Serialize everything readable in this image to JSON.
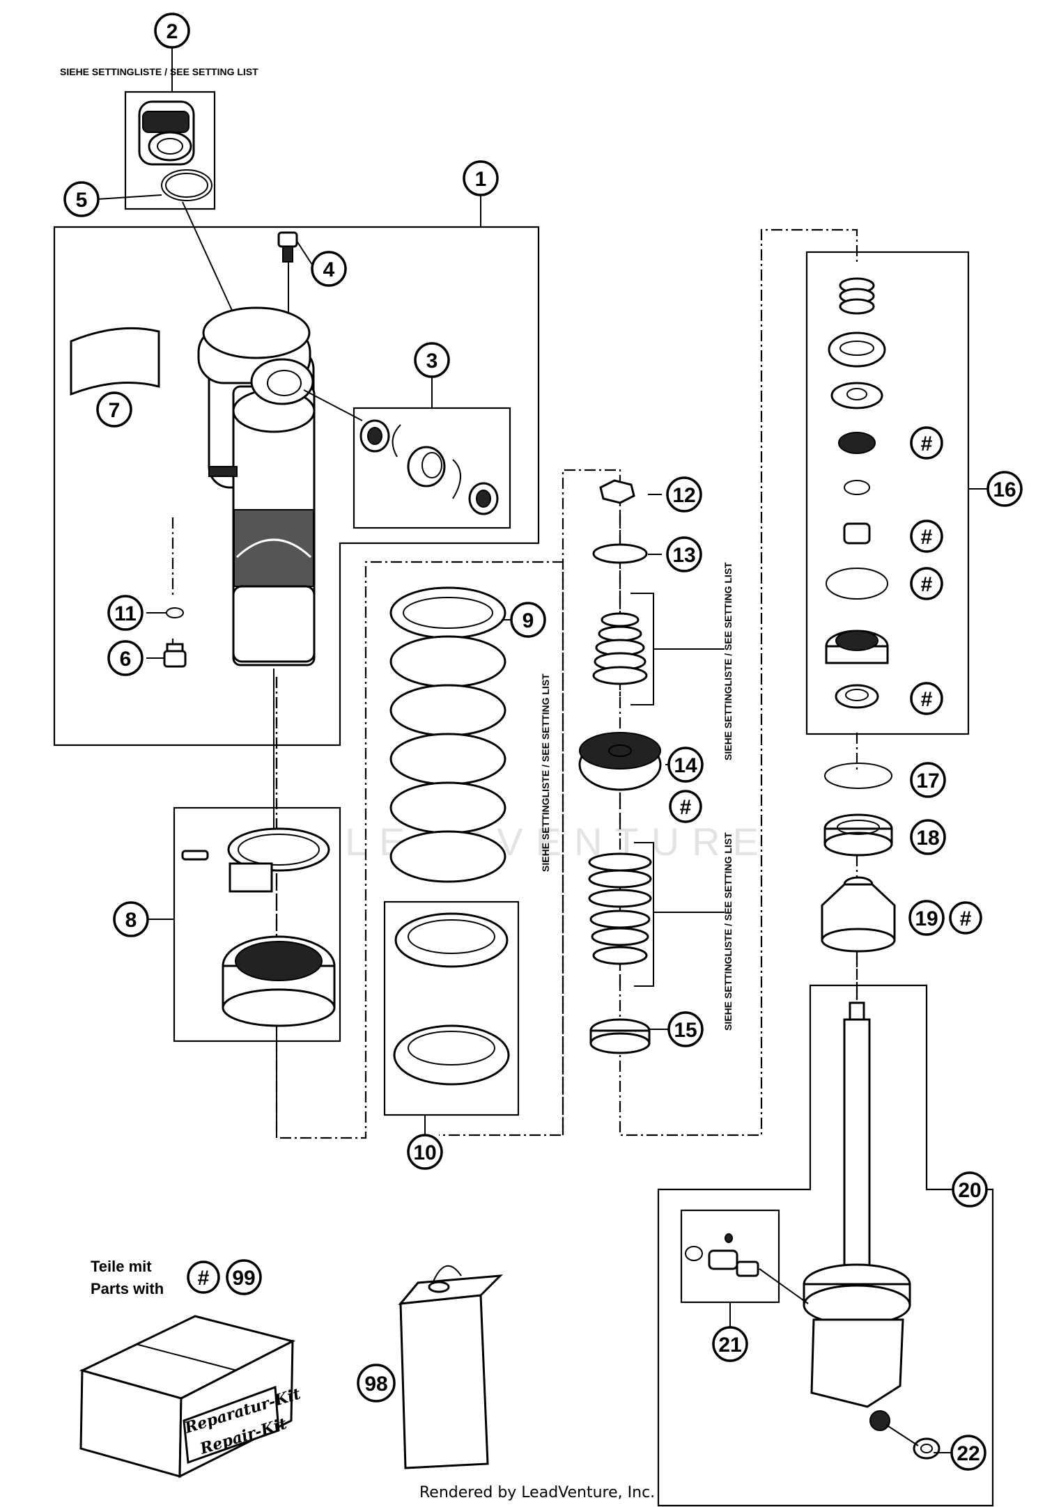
{
  "callouts": {
    "c1": "1",
    "c2": "2",
    "c3": "3",
    "c4": "4",
    "c5": "5",
    "c6": "6",
    "c7": "7",
    "c8": "8",
    "c9": "9",
    "c10": "10",
    "c11": "11",
    "c12": "12",
    "c13": "13",
    "c14": "14",
    "c15": "15",
    "c16": "16",
    "c17": "17",
    "c18": "18",
    "c19": "19",
    "c20": "20",
    "c21": "21",
    "c22": "22",
    "c98": "98",
    "c99": "99",
    "hash": "#"
  },
  "notes": {
    "setting_list": "SIEHE SETTINGLISTE / SEE SETTING LIST"
  },
  "legend": {
    "line1": "Teile mit",
    "line2": "Parts with"
  },
  "repair_kit": {
    "line1": "Reparatur-Kit",
    "line2": "Repair-Kit"
  },
  "watermark": "LEADVENTURE",
  "footer": "Rendered by LeadVenture, Inc."
}
